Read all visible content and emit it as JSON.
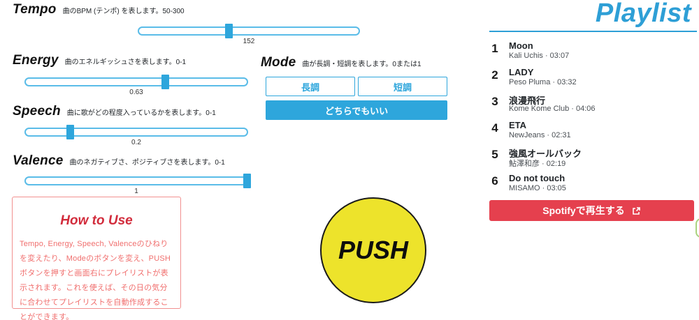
{
  "sliders": [
    {
      "label": "Tempo",
      "desc": "曲のBPM (テンポ) を表します。50-300",
      "min": 50,
      "max": 300,
      "value": 152,
      "display": "152"
    },
    {
      "label": "Energy",
      "desc": "曲のエネルギッシュさを表します。0-1",
      "min": 0,
      "max": 1,
      "value": 0.63,
      "display": "0.63"
    },
    {
      "label": "Speech",
      "desc": "曲に歌がどの程度入っているかを表します。0-1",
      "min": 0,
      "max": 1,
      "value": 0.2,
      "display": "0.2"
    },
    {
      "label": "Valence",
      "desc": "曲のネガティブさ、ポジティブさを表します。0-1",
      "min": 0,
      "max": 1,
      "value": 1,
      "display": "1"
    }
  ],
  "mode": {
    "label": "Mode",
    "desc": "曲が長調・短調を表します。0または1",
    "major_label": "長調",
    "minor_label": "短調",
    "either_label": "どちらでもいい"
  },
  "push": {
    "label": "PUSH"
  },
  "how_to_use": {
    "title": "How to Use",
    "body": "Tempo, Energy, Speech, Valenceのひねりを変えたり、Modeのボタンを変え、PUSHボタンを押すと画面右にプレイリストが表示されます。これを使えば、その日の気分に合わせてプレイリストを自動作成することができます。"
  },
  "playlist": {
    "title": "Playlist",
    "tracks": [
      {
        "num": "1",
        "title": "Moon",
        "meta": "Kali Uchis · 03:07"
      },
      {
        "num": "2",
        "title": "LADY",
        "meta": "Peso Pluma · 03:32"
      },
      {
        "num": "3",
        "title": "浪漫飛行",
        "meta": "Kome Kome Club · 04:06"
      },
      {
        "num": "4",
        "title": "ETA",
        "meta": "NewJeans · 02:31"
      },
      {
        "num": "5",
        "title": "強風オールバック",
        "meta": "鮎澤和彦 · 02:19"
      },
      {
        "num": "6",
        "title": "Do not touch",
        "meta": "MISAMO · 03:05"
      }
    ],
    "spotify_button_label": "Spotifyで再生する"
  },
  "colors": {
    "primary_blue": "#2ea6dc",
    "playlist_blue": "#2e9fd6",
    "button_red": "#e5404e",
    "push_yellow": "#ede32b",
    "howto_red": "#d22c3c",
    "green_accent": "#abd27e"
  }
}
